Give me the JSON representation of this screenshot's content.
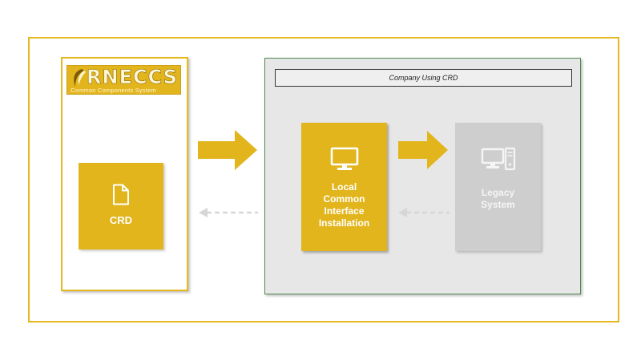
{
  "logo": {
    "wordmark": "RNECCS",
    "tagline": "Common Components System",
    "icon": "leaf-swoosh-icon"
  },
  "crd_box": {
    "label": "CRD",
    "icon": "document-icon"
  },
  "company": {
    "title": "Company Using CRD"
  },
  "local_interface": {
    "lines": [
      "Local",
      "Common",
      "Interface",
      "Installation"
    ],
    "icon": "monitor-icon"
  },
  "legacy": {
    "lines": [
      "Legacy",
      "System"
    ],
    "icon": "desktop-computer-icon"
  },
  "colors": {
    "accent": "#e2b51d",
    "frame": "#e5b81f",
    "panel_gray": "#e8e7e7",
    "legacy_gray": "#cfcece",
    "dashed_arrow": "#d6d6d6"
  }
}
